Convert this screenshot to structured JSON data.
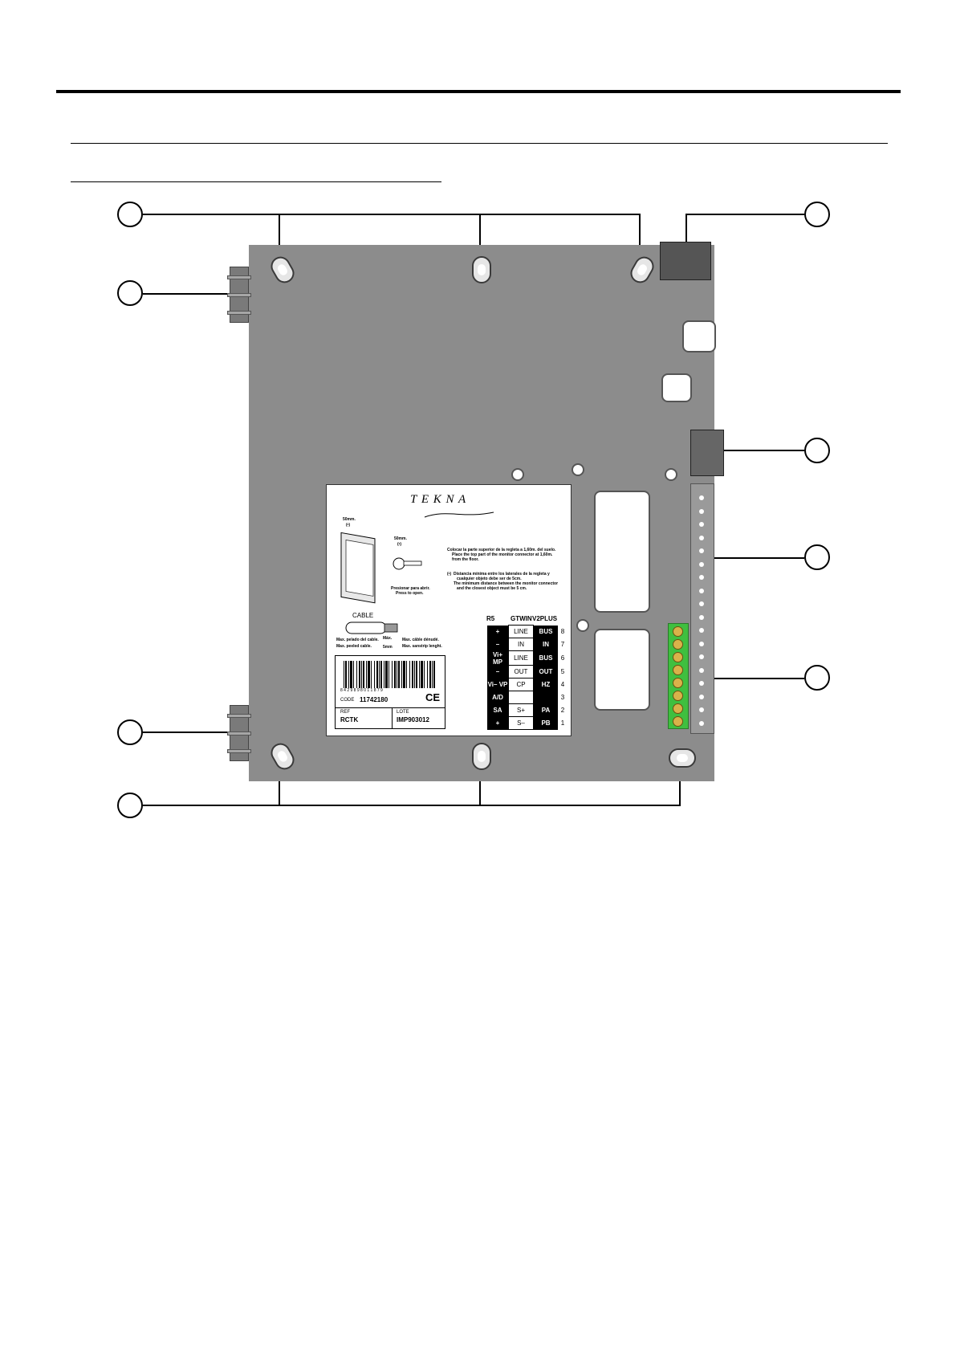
{
  "label": {
    "brand": "T E K N A",
    "dim_left": "50mm.",
    "dim_left_mark": "(•)",
    "dim_right": "50mm.",
    "dim_right_mark": "(•)",
    "press_es": "Presionar para abrir.",
    "press_en": "Press to open.",
    "note1_es": "Colocar la parte superior de la regleta a 1,60m. del suelo.",
    "note1_en1": "Place the top part of the monitor connector at 1,60m.",
    "note1_en2": "from the floor.",
    "note2_mark": "(•)",
    "note2_es1": "Distancia mínima entre los laterales de la regleta y",
    "note2_es2": "cualquier objeto debe ser de 5cm.",
    "note2_en1": "The minimum distance between the monitor connector",
    "note2_en2": "and the closest object must be 5 cm.",
    "cable_title": "CABLE",
    "cable_dim": "Máx.",
    "cable_dim_mm": "5mm",
    "cable_es": "Max. pelado del cable.",
    "cable_en": "Max. peeled cable.",
    "cable_fr1": "Max. câble dénudé.",
    "cable_fr2": "Max. sanstrip lenght.",
    "barcode_digits": "8  4 2 9 8 9 8  0 1 1 8 7 9",
    "code_label": "CODE",
    "code_value": "11742180",
    "ce_mark": "CE",
    "ref_label": "REF",
    "ref_value": "RCTK",
    "lote_label": "LOTE",
    "lote_value": "IMP903012"
  },
  "terminal_table": {
    "headers": [
      "R5",
      "GTWIN",
      "V2PLUS"
    ],
    "rows": [
      {
        "r5": "+",
        "gtwin": "LINE",
        "v2plus": "BUS",
        "num": "8"
      },
      {
        "r5": "–",
        "gtwin": "IN",
        "v2plus": "IN",
        "num": "7"
      },
      {
        "r5": "Vi+ MP",
        "gtwin": "LINE",
        "v2plus": "BUS",
        "num": "6"
      },
      {
        "r5": "–",
        "gtwin": "OUT",
        "v2plus": "OUT",
        "num": "5"
      },
      {
        "r5": "Vi– VP",
        "gtwin": "CP",
        "v2plus": "HZ",
        "num": "4"
      },
      {
        "r5": "A/D",
        "gtwin": "",
        "v2plus": "",
        "num": "3"
      },
      {
        "r5": "SA",
        "gtwin": "S+",
        "v2plus": "PA",
        "num": "2"
      },
      {
        "r5": "+",
        "gtwin": "S–",
        "v2plus": "PB",
        "num": "1"
      }
    ]
  },
  "colors": {
    "plate": "#8c8c8c",
    "terminal_block": "#3fbf3f",
    "screw": "#d9b24a"
  }
}
